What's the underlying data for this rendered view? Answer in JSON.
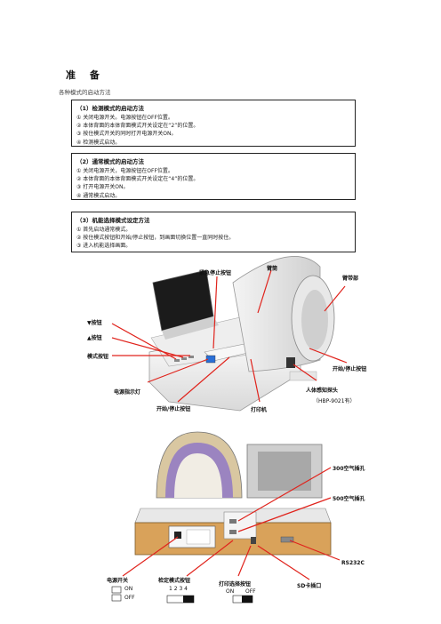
{
  "heading": "准 备",
  "subheading": "各种模式的启动方法",
  "boxes": [
    {
      "title": "（1）检测模式的启动方法",
      "lines": [
        "① 关闭电源开关。电源按钮在OFF位置。",
        "② 本体背面的本体背面模式开关设定在“2”的位置。",
        "③ 按住模式开关的同时打开电源开关ON。",
        "④ 检测模式启动。"
      ]
    },
    {
      "title": "（2）通常模式的启动方法",
      "lines": [
        "① 关闭电源开关，电源按钮在OFF位置。",
        "② 本体背面的本体背面模式开关设定在“4”的位置。",
        "③ 打开电源开关ON。",
        "④ 通常模式启动。"
      ]
    },
    {
      "title": "（3）机能选择模式设定方法",
      "lines": [
        "① 首先启动通常模式。",
        "② 按住模式按钮和开始/停止按钮，到画面切换位置一直同时按住。",
        "③ 进入机能选择画面。"
      ]
    }
  ],
  "front_labels": {
    "emergency_stop": "紧急停止按钮",
    "arm_cylinder": "臂筒",
    "cuff": "臂带部",
    "down_button": "▼按钮",
    "up_button": "▲按钮",
    "mode_button": "模式按钮",
    "start_stop_right": "开始/停止按钮",
    "power_lamp": "电源指示灯",
    "start_stop_bottom": "开始/停止按钮",
    "printer": "打印机",
    "sensor": "人体感知探头",
    "sensor_note": "（HBP-9021有）"
  },
  "back_labels": {
    "port_300": "300空气插孔",
    "port_500": "500空气插孔",
    "rs232c": "RS232C",
    "power_switch": "电源开关",
    "on": "ON",
    "off": "OFF",
    "mode_switch": "检定模式按钮",
    "mode_digits": "1 2 3 4",
    "printer_select": "打印选择按钮",
    "printer_on": "ON",
    "printer_off": "OFF",
    "sd_slot": "SD卡插口"
  },
  "colors": {
    "accent_red": "#e0231c",
    "wood": "#d9a25a",
    "cuff_purple": "#9b84c0",
    "screen_blue": "#2a6fd6"
  }
}
